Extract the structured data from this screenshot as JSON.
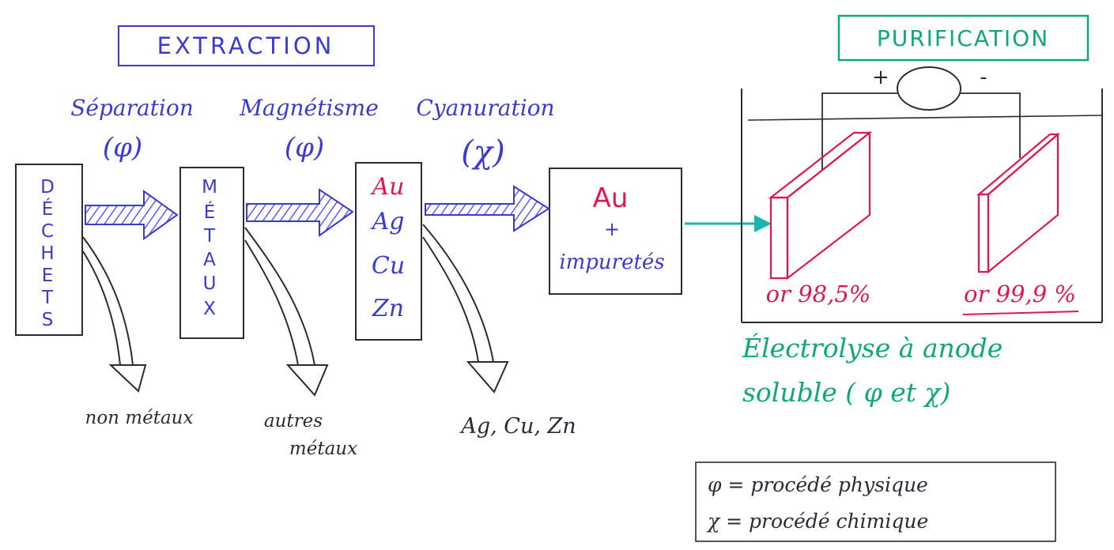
{
  "colors": {
    "ink_blue": "#3a3ad0",
    "ink_green": "#0fa87a",
    "ink_red": "#e0184f",
    "ink_dark": "#2a2a3a",
    "arrow_hatch": "#5a5aff",
    "arrow_teal": "#19b7b0"
  },
  "sections": {
    "extraction": "EXTRACTION",
    "purification": "PURIFICATION"
  },
  "steps": [
    {
      "name": "Séparation",
      "type": "(φ)"
    },
    {
      "name": "Magnétisme",
      "type": "(φ)"
    },
    {
      "name": "Cyanuration",
      "type": "(χ)"
    }
  ],
  "boxes": {
    "dechets": [
      "D",
      "É",
      "C",
      "H",
      "E",
      "T",
      "S"
    ],
    "metaux": [
      "M",
      "É",
      "T",
      "A",
      "U",
      "X"
    ],
    "mix": [
      "Au",
      "Ag",
      "Cu",
      "Zn"
    ],
    "au_main": "Au",
    "au_plus": "+",
    "au_impurities": "impuretés"
  },
  "outputs": [
    "non métaux",
    "autres métaux",
    "Ag, Cu, Zn"
  ],
  "electrolysis": {
    "supply_plus": "+",
    "supply_minus": "-",
    "anode_label": "or 98,5%",
    "cathode_label": "or 99,9 %",
    "caption_line1": "Électrolyse à anode",
    "caption_line2": "soluble ( φ et χ)"
  },
  "legend": {
    "line1": "φ = procédé physique",
    "line2": "χ = procédé chimique"
  }
}
